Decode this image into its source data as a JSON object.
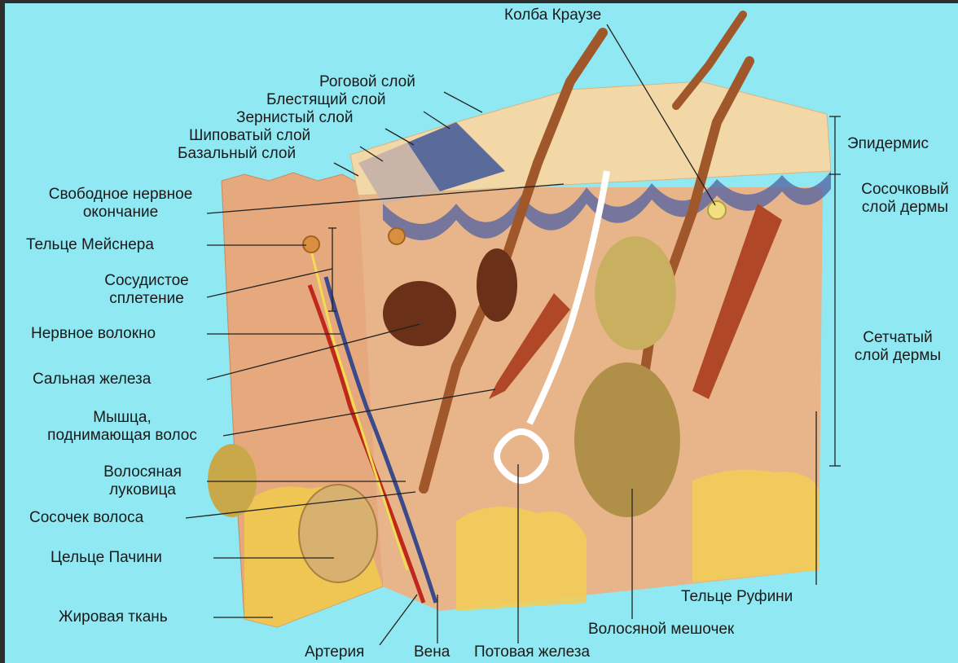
{
  "labels": {
    "krause": "Колба Краузе",
    "horny": "Роговой слой",
    "lucid": "Блестящий слой",
    "granular": "Зернистый слой",
    "spinous": "Шиповатый слой",
    "basal": "Базальный слой",
    "free_nerve_1": "Свободное нервное",
    "free_nerve_2": "окончание",
    "meissner": "Тельце Мейснера",
    "vascular_1": "Сосудистое",
    "vascular_2": "сплетение",
    "nerve_fiber": "Нервное волокно",
    "sebaceous": "Сальная железа",
    "muscle_1": "Мышца,",
    "muscle_2": "поднимающая волос",
    "bulb_1": "Волосяная",
    "bulb_2": "луковица",
    "papilla": "Сосочек волоса",
    "pacini": "Цельце Пачини",
    "fat": "Жировая ткань",
    "artery": "Артерия",
    "vein": "Вена",
    "sweat": "Потовая железа",
    "follicle": "Волосяной мешочек",
    "ruffini": "Тельце Руфини",
    "epidermis": "Эпидермис",
    "papillary_1": "Сосочковый",
    "papillary_2": "слой дермы",
    "reticular_1": "Сетчатый",
    "reticular_2": "слой дермы"
  },
  "colors": {
    "background": "#8fe8f2",
    "dermis": "#e8b48a",
    "epidermis": "#f0d4a0",
    "blue_layer": "#5a6a9a",
    "hair": "#a0582a",
    "fat": "#f0c850",
    "nerve": "#f2dc50",
    "artery": "#c0281c",
    "vein": "#3a4a8a"
  }
}
